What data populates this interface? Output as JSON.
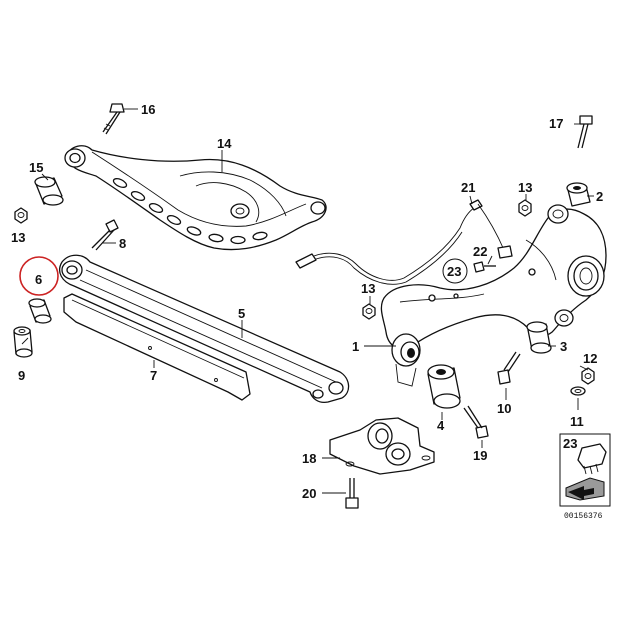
{
  "diagram": {
    "labels": [
      "1",
      "2",
      "3",
      "4",
      "5",
      "6",
      "7",
      "8",
      "9",
      "10",
      "11",
      "12",
      "13",
      "13",
      "13",
      "14",
      "15",
      "16",
      "17",
      "18",
      "19",
      "20",
      "21",
      "22",
      "23",
      "23"
    ],
    "document_number": "00156376",
    "highlight_color": "#cc2222",
    "line_color": "#111111"
  }
}
